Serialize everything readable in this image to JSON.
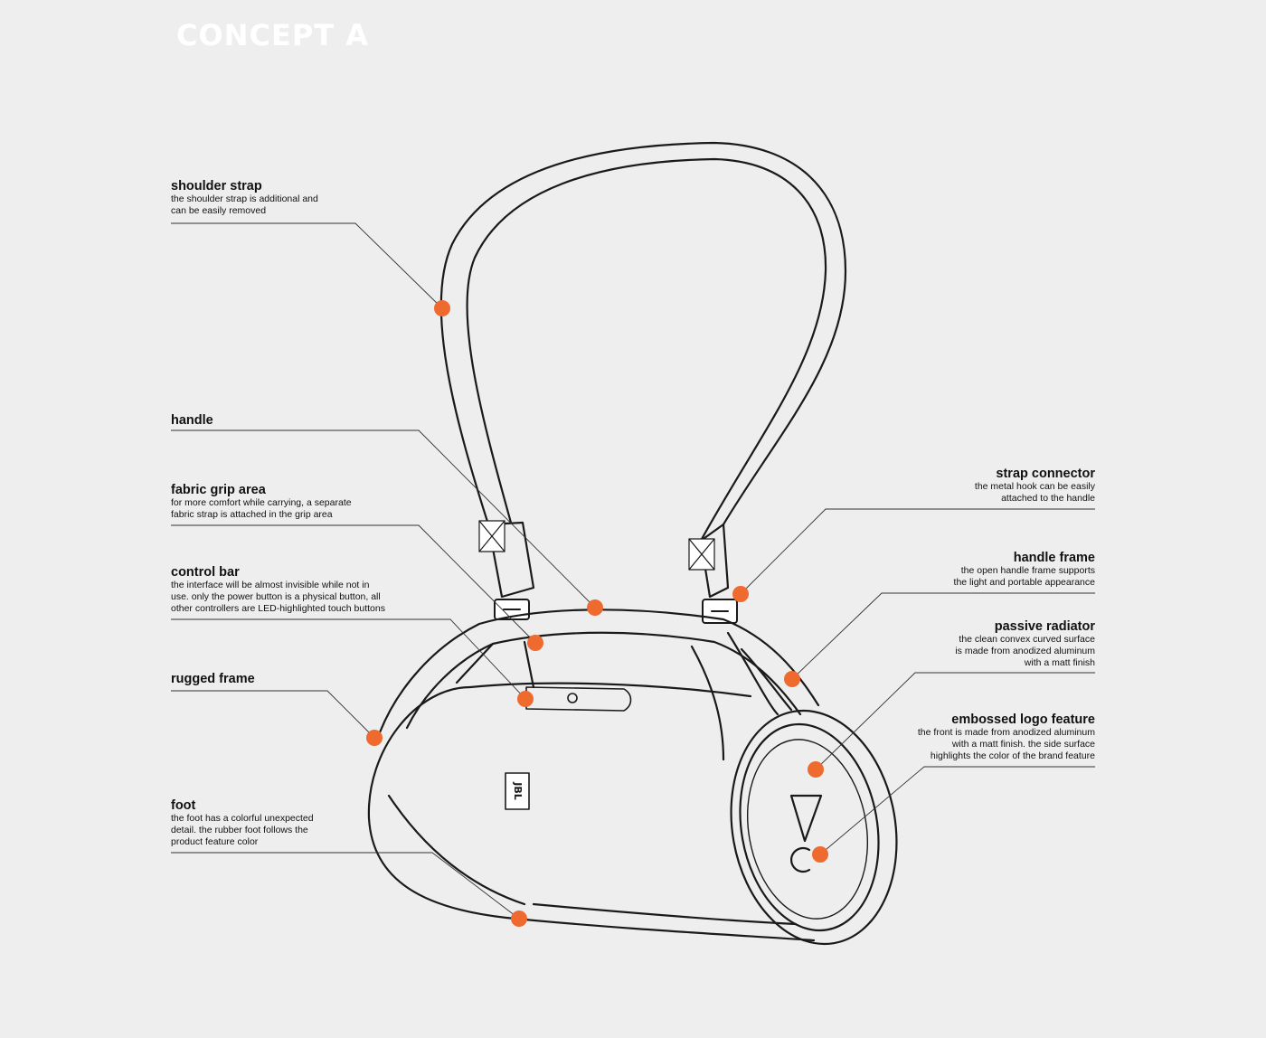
{
  "title": "CONCEPT A",
  "brand_logo": "JBL",
  "accent_color": "#ee6a2f",
  "labels": {
    "shoulder_strap": {
      "title": "shoulder strap",
      "desc": [
        "the shoulder strap is additional and",
        "can be easily removed"
      ]
    },
    "handle": {
      "title": "handle",
      "desc": []
    },
    "fabric_grip_area": {
      "title": "fabric grip area",
      "desc": [
        "for more comfort while carrying, a separate",
        "fabric strap is attached in the grip area"
      ]
    },
    "control_bar": {
      "title": "control bar",
      "desc": [
        "the interface will be almost invisible while not in",
        "use. only the power button is a physical button, all",
        "other controllers are LED-highlighted touch buttons"
      ]
    },
    "rugged_frame": {
      "title": "rugged frame",
      "desc": []
    },
    "foot": {
      "title": "foot",
      "desc": [
        "the foot has a colorful unexpected",
        "detail. the rubber foot follows the",
        "product feature color"
      ]
    },
    "strap_connector": {
      "title": "strap connector",
      "desc": [
        "the metal hook can be easily",
        "attached to the handle"
      ]
    },
    "handle_frame": {
      "title": "handle frame",
      "desc": [
        "the open handle frame supports",
        "the light and portable appearance"
      ]
    },
    "passive_radiator": {
      "title": "passive radiator",
      "desc": [
        "the clean convex curved surface",
        "is made from anodized aluminum",
        "with a matt finish"
      ]
    },
    "embossed_logo_feature": {
      "title": "embossed logo feature",
      "desc": [
        "the front is made from anodized aluminum",
        "with a matt finish. the side surface",
        "highlights the color of the brand feature"
      ]
    }
  }
}
